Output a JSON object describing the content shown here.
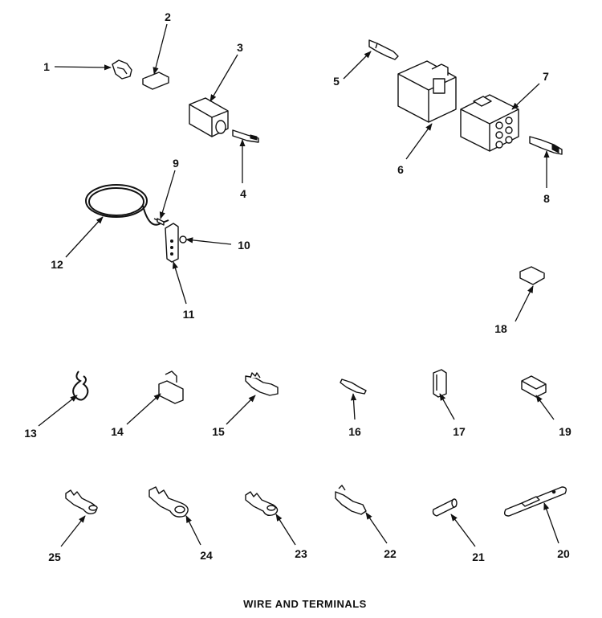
{
  "caption": "WIRE AND TERMINALS",
  "callouts": [
    "1",
    "2",
    "3",
    "4",
    "5",
    "6",
    "7",
    "8",
    "9",
    "10",
    "11",
    "12",
    "13",
    "14",
    "15",
    "16",
    "17",
    "18",
    "19",
    "20",
    "21",
    "22",
    "23",
    "24",
    "25"
  ]
}
